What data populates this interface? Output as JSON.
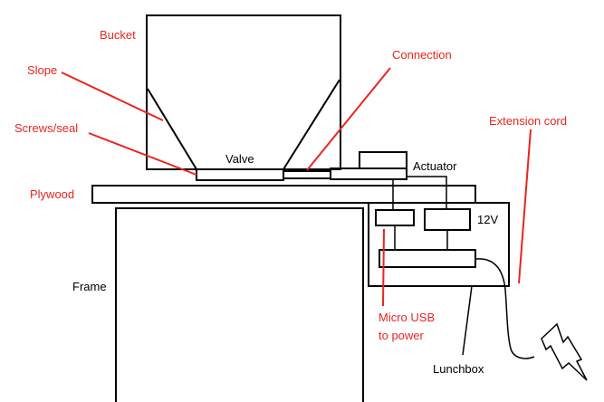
{
  "labels": {
    "bucket": "Bucket",
    "slope": "Slope",
    "screws_seal": "Screws/seal",
    "plywood": "Plywood",
    "frame": "Frame",
    "valve": "Valve",
    "connection": "Connection",
    "actuator": "Actuator",
    "extension_cord": "Extension cord",
    "twelve_v": "12V",
    "micro_usb_line1": "Micro USB",
    "micro_usb_line2": "to power",
    "lunchbox": "Lunchbox"
  },
  "colors": {
    "annotation": "#e8251f",
    "outline": "#000000"
  },
  "icons": {
    "power_plug": "lightning-bolt-icon"
  }
}
